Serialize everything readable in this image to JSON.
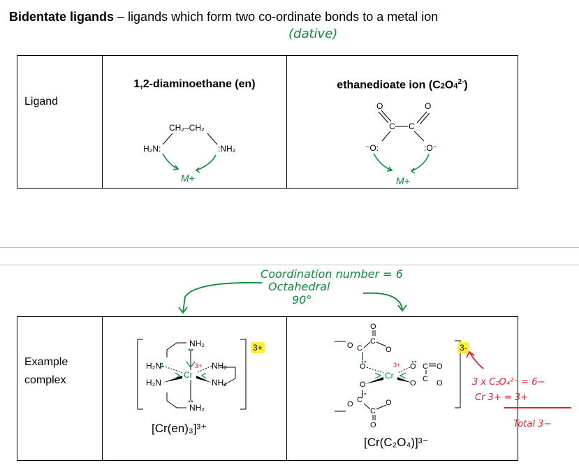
{
  "heading": {
    "bold": "Bidentate ligands",
    "rest": " – ligands which form two co-ordinate bonds to a metal ion",
    "note_dative": "(dative)"
  },
  "top_table": {
    "row_label": "Ligand",
    "col1_title": "1,2-diaminoethane  (en)",
    "col2_title_main": "ethanedioate ion  (C",
    "col2_title_tail": ")",
    "en_structure": {
      "top": "CH₂–CH₂",
      "left": "H₂N:",
      "right": ":NH₂"
    },
    "ox_structure": {
      "left": "⁻O:",
      "right": ":O⁻",
      "c": "C"
    },
    "note_m_plus_1": "M+",
    "note_m_plus_2": "M+"
  },
  "annotations": {
    "coordination": "Coordination number = 6",
    "octahedral": "Octahedral",
    "angle": "90°"
  },
  "bottom_table": {
    "row_label_1": "Example",
    "row_label_2": "complex",
    "en_formula": "[Cr(en)₃]³⁺",
    "en_charge": "3+",
    "ox_formula": "[Cr(C₂O₄)]³⁻",
    "ox_charge": "3-",
    "en_labels": {
      "nh2_top": "NH₂",
      "h2n_a": "H₂N",
      "h2n_b": "H₂N",
      "nh2_a": "NH₂",
      "nh2_b": "NH₂",
      "nh2_bottom": "NH₂",
      "cr": "Cr",
      "ox3": "3+"
    },
    "ox_labels": {
      "cr": "Cr",
      "ox3": "3+",
      "o": "O",
      "c": "C"
    }
  },
  "side_note": {
    "line1": "3 x C₂O₄²⁻ = 6−",
    "line2": "Cr 3+   = 3+",
    "line3": "Total 3−"
  }
}
